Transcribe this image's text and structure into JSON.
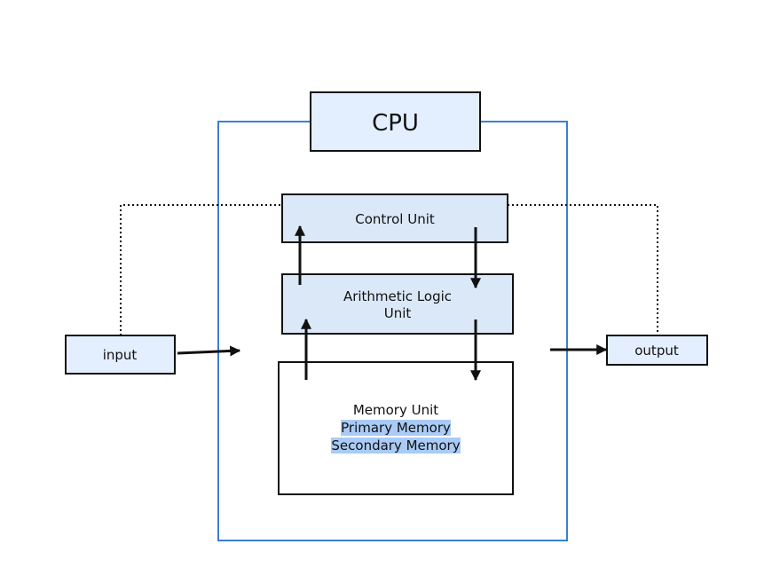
{
  "cpu": {
    "label": "CPU"
  },
  "control_unit": {
    "label": "Control Unit"
  },
  "alu": {
    "line1": "Arithmetic Logic",
    "line2": "Unit"
  },
  "memory_unit": {
    "title": "Memory Unit",
    "items": [
      "Primary Memory",
      "Secondary Memory"
    ]
  },
  "input": {
    "label": "input"
  },
  "output": {
    "label": "output"
  },
  "colors": {
    "cpu_border": "#3a7fd4",
    "box_fill": "#dbe8f7",
    "label_fill": "#e3efff",
    "highlight": "#a9cbf5",
    "stroke": "#111111"
  }
}
